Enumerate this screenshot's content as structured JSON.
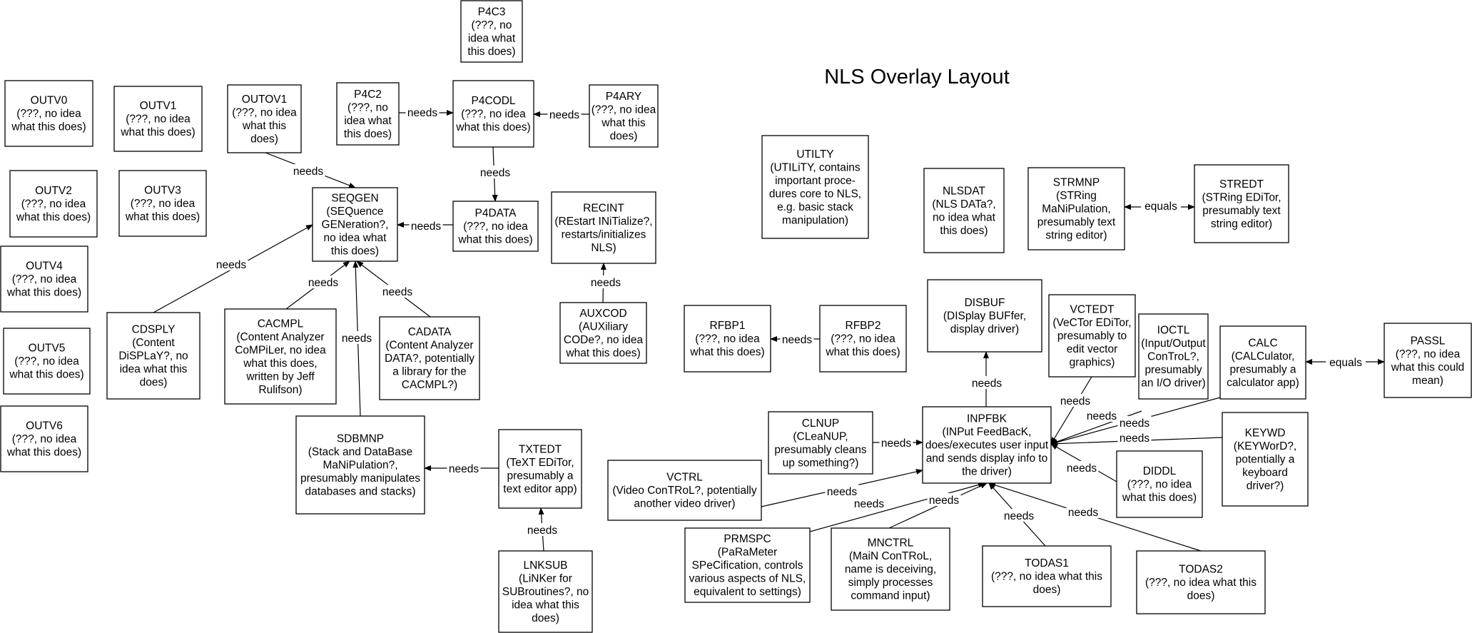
{
  "title": "NLS Overlay Layout",
  "nodes": {
    "P4C3": {
      "name": "P4C3",
      "desc": [
        "(???, no",
        "idea what",
        "this does)"
      ]
    },
    "OUTV0": {
      "name": "OUTV0",
      "desc": [
        "(???, no idea",
        "what this does)"
      ]
    },
    "OUTV1": {
      "name": "OUTV1",
      "desc": [
        "(???, no idea",
        "what this does)"
      ]
    },
    "OUTOV1": {
      "name": "OUTOV1",
      "desc": [
        "(???, no idea",
        "what this",
        "does)"
      ]
    },
    "P4C2": {
      "name": "P4C2",
      "desc": [
        "(???, no",
        "idea what",
        "this does)"
      ]
    },
    "P4CODL": {
      "name": "P4CODL",
      "desc": [
        "(???, no idea",
        "what this does)"
      ]
    },
    "P4ARY": {
      "name": "P4ARY",
      "desc": [
        "(???, no idea",
        "what this",
        "does)"
      ]
    },
    "OUTV2": {
      "name": "OUTV2",
      "desc": [
        "(???, no idea",
        "what this does)"
      ]
    },
    "OUTV3": {
      "name": "OUTV3",
      "desc": [
        "(???, no idea",
        "what this does)"
      ]
    },
    "SEQGEN": {
      "name": "SEQGEN",
      "desc": [
        "(SEQuence",
        "GENeration?,",
        "no idea what",
        "this does)"
      ]
    },
    "P4DATA": {
      "name": "P4DATA",
      "desc": [
        "(???, no idea",
        "what this does)"
      ]
    },
    "RECINT": {
      "name": "RECINT",
      "desc": [
        "(REstart INiTialize?,",
        "restarts/initializes",
        "NLS)"
      ]
    },
    "UTILTY": {
      "name": "UTILTY",
      "desc": [
        "(UTILiTY, contains",
        "important proce-",
        "dures core to NLS,",
        "e.g. basic stack",
        "manipulation)"
      ]
    },
    "NLSDAT": {
      "name": "NLSDAT",
      "desc": [
        "(NLS DATa?,",
        "no idea what",
        "this does)"
      ]
    },
    "STRMNP": {
      "name": "STRMNP",
      "desc": [
        "(STRing",
        "MaNiPulation,",
        "presumably text",
        "string editor)"
      ]
    },
    "STREDT": {
      "name": "STREDT",
      "desc": [
        "(STRing EDiTor,",
        "presumably text",
        "string editor)"
      ]
    },
    "OUTV4": {
      "name": "OUTV4",
      "desc": [
        "(???, no idea",
        "what this does)"
      ]
    },
    "CDSPLY": {
      "name": "CDSPLY",
      "desc": [
        "(Content",
        "DiSPLaY?, no",
        "idea what this",
        "does)"
      ]
    },
    "CACMPL": {
      "name": "CACMPL",
      "desc": [
        "(Content Analyzer",
        "CoMPiLer, no idea",
        "what this does,",
        "written by Jeff",
        "Rulifson)"
      ]
    },
    "CADATA": {
      "name": "CADATA",
      "desc": [
        "(Content Analyzer",
        "DATA?, potentially",
        "a library for the",
        "CACMPL?)"
      ]
    },
    "AUXCOD": {
      "name": "AUXCOD",
      "desc": [
        "(AUXiliary",
        "CODe?, no idea",
        "what this does)"
      ]
    },
    "RFBP1": {
      "name": "RFBP1",
      "desc": [
        "(???, no idea",
        "what this does)"
      ]
    },
    "RFBP2": {
      "name": "RFBP2",
      "desc": [
        "(???, no idea",
        "what this does)"
      ]
    },
    "DISBUF": {
      "name": "DISBUF",
      "desc": [
        "(DISplay BUFfer,",
        "display driver)"
      ]
    },
    "VCTEDT": {
      "name": "VCTEDT",
      "desc": [
        "(VeCTor EDiTor,",
        "presumably to",
        "edit vector",
        "graphics)"
      ]
    },
    "IOCTL": {
      "name": "IOCTL",
      "desc": [
        "(Input/Output",
        "ConTroL?,",
        "presumably",
        "an I/O driver)"
      ]
    },
    "CALC": {
      "name": "CALC",
      "desc": [
        "(CALCulator,",
        "presumably a",
        "calculator app)"
      ]
    },
    "PASSL": {
      "name": "PASSL",
      "desc": [
        "(???, no idea",
        "what this could",
        "mean)"
      ]
    },
    "OUTV5": {
      "name": "OUTV5",
      "desc": [
        "(???, no idea",
        "what this does)"
      ]
    },
    "OUTV6": {
      "name": "OUTV6",
      "desc": [
        "(???, no idea",
        "what this does)"
      ]
    },
    "SDBMNP": {
      "name": "SDBMNP",
      "desc": [
        "(Stack and DataBase",
        "MaNiPulation?,",
        "presumably manipulates",
        "databases and stacks)"
      ]
    },
    "TXTEDT": {
      "name": "TXTEDT",
      "desc": [
        "(TeXT EDiTor,",
        "presumably a",
        "text editor app)"
      ]
    },
    "CLNUP": {
      "name": "CLNUP",
      "desc": [
        "(CLeaNUP,",
        "presumably cleans",
        "up something?)"
      ]
    },
    "INPFBK": {
      "name": "INPFBK",
      "desc": [
        "(INPut FeedBacK,",
        "does/executes user input",
        "and sends display info to",
        "the driver)"
      ]
    },
    "KEYWD": {
      "name": "KEYWD",
      "desc": [
        "(KEYWorD?,",
        "potentially a",
        "keyboard",
        "driver?)"
      ]
    },
    "VCTRL": {
      "name": "VCTRL",
      "desc": [
        "(Video ConTRoL?, potentially",
        "another video driver)"
      ]
    },
    "DIDDL": {
      "name": "DIDDL",
      "desc": [
        "(???, no idea",
        "what this does)"
      ]
    },
    "PRMSPC": {
      "name": "PRMSPC",
      "desc": [
        "(PaRaMeter",
        "SPeCification, controls",
        "various aspects of NLS,",
        "equivalent to settings)"
      ]
    },
    "MNCTRL": {
      "name": "MNCTRL",
      "desc": [
        "(MaiN ConTRoL,",
        "name is deceiving,",
        "simply processes",
        "command input)"
      ]
    },
    "TODAS1": {
      "name": "TODAS1",
      "desc": [
        "(???, no idea what this",
        "does)"
      ]
    },
    "TODAS2": {
      "name": "TODAS2",
      "desc": [
        "(???, no idea what this",
        "does)"
      ]
    },
    "LNKSUB": {
      "name": "LNKSUB",
      "desc": [
        "(LiNKer for",
        "SUBroutines?, no",
        "idea what this",
        "does)"
      ]
    }
  },
  "edges": [
    {
      "from": "P4C2",
      "to": "P4CODL",
      "label": "needs"
    },
    {
      "from": "P4ARY",
      "to": "P4CODL",
      "label": "needs"
    },
    {
      "from": "OUTOV1",
      "to": "SEQGEN",
      "label": "needs"
    },
    {
      "from": "P4CODL",
      "to": "P4DATA",
      "label": "needs"
    },
    {
      "from": "P4DATA",
      "to": "SEQGEN",
      "label": "needs"
    },
    {
      "from": "CDSPLY",
      "to": "SEQGEN",
      "label": "needs"
    },
    {
      "from": "CACMPL",
      "to": "SEQGEN",
      "label": "needs"
    },
    {
      "from": "CADATA",
      "to": "SEQGEN",
      "label": "needs"
    },
    {
      "from": "SDBMNP",
      "to": "SEQGEN",
      "label": "needs"
    },
    {
      "from": "AUXCOD",
      "to": "RECINT",
      "label": "needs"
    },
    {
      "from": "STRMNP",
      "to": "STREDT",
      "label": "equals",
      "bidirectional": true
    },
    {
      "from": "RFBP2",
      "to": "RFBP1",
      "label": "needs"
    },
    {
      "from": "INPFBK",
      "to": "DISBUF",
      "label": "needs"
    },
    {
      "from": "CALC",
      "to": "PASSL",
      "label": "equals",
      "bidirectional": true
    },
    {
      "from": "TXTEDT",
      "to": "SDBMNP",
      "label": "needs"
    },
    {
      "from": "LNKSUB",
      "to": "TXTEDT",
      "label": "needs"
    },
    {
      "from": "CLNUP",
      "to": "INPFBK",
      "label": "needs"
    },
    {
      "from": "VCTEDT",
      "to": "INPFBK",
      "label": "needs"
    },
    {
      "from": "IOCTL",
      "to": "INPFBK",
      "label": "needs"
    },
    {
      "from": "CALC",
      "to": "INPFBK",
      "label": "needs"
    },
    {
      "from": "KEYWD",
      "to": "INPFBK",
      "label": "needs"
    },
    {
      "from": "DIDDL",
      "to": "INPFBK",
      "label": "needs"
    },
    {
      "from": "VCTRL",
      "to": "INPFBK",
      "label": "needs"
    },
    {
      "from": "PRMSPC",
      "to": "INPFBK",
      "label": "needs"
    },
    {
      "from": "MNCTRL",
      "to": "INPFBK",
      "label": "needs"
    },
    {
      "from": "TODAS1",
      "to": "INPFBK",
      "label": "needs"
    },
    {
      "from": "TODAS2",
      "to": "INPFBK",
      "label": "needs"
    }
  ]
}
